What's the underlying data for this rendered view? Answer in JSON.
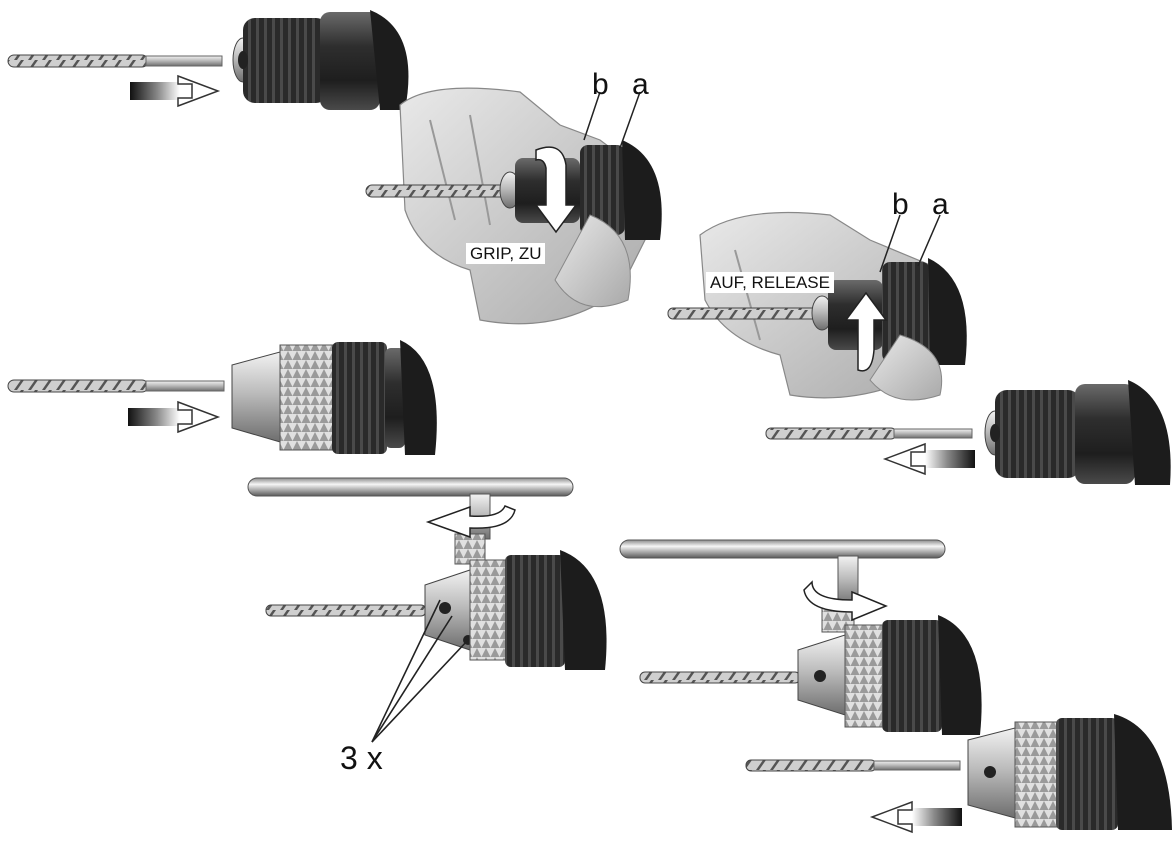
{
  "labels": {
    "b": "b",
    "a": "a",
    "grip": "GRIP, ZU",
    "release": "AUF, RELEASE",
    "count": "3 x"
  },
  "colors": {
    "chuck_dark": "#2b2b2b",
    "chuck_mid": "#555555",
    "metal_light": "#d9d9d9",
    "skin": "#cfcfcf",
    "arrow_dark": "#1a1a1a"
  }
}
